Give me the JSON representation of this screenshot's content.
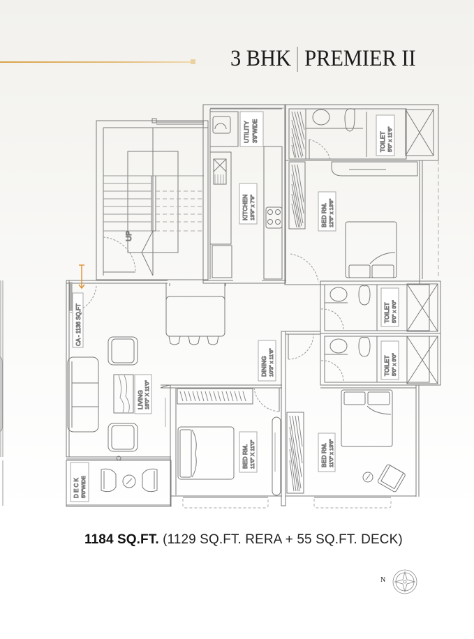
{
  "header": {
    "unit_type": "3 BHK",
    "variant": "PREMIER II",
    "accent_color": "#d9a24a"
  },
  "rooms": {
    "utility": {
      "name": "UTILITY",
      "size": "3'9\"WIDE"
    },
    "kitchen": {
      "name": "KITCHEN",
      "size": "13'9\" x 7'9\""
    },
    "toilet_master": {
      "name": "TOILET",
      "size": "5'0\" x 11'6\""
    },
    "bedroom_master": {
      "name": "BED RM.",
      "size": "12'6\" x 13'6\""
    },
    "toilet_2": {
      "name": "TOILET",
      "size": "5'0\" x 8'0\""
    },
    "toilet_3": {
      "name": "TOILET",
      "size": "5'0\" x 8'0\""
    },
    "dining": {
      "name": "DINING",
      "size": "10'3\" x 11'6\""
    },
    "living": {
      "name": "LIVING",
      "size": "18'0\" X 11'0\""
    },
    "bedroom_2": {
      "name": "BED RM.",
      "size": "11'0\" X 11'0\""
    },
    "bedroom_3": {
      "name": "BED RM.",
      "size": "11'0\" x 13'6\""
    },
    "deck": {
      "name": "D E C K",
      "size": "5'0\"WIDE"
    },
    "carpet_area": {
      "label": "CA - 1136 SQ.FT"
    },
    "stairs": {
      "label": "UP"
    }
  },
  "footer": {
    "total_area": "1184 SQ.FT.",
    "breakdown": "(1129 SQ.FT. RERA + 55 SQ.FT. DECK)"
  },
  "compass": {
    "north_label": "N",
    "icon": "compass-rose-icon"
  }
}
